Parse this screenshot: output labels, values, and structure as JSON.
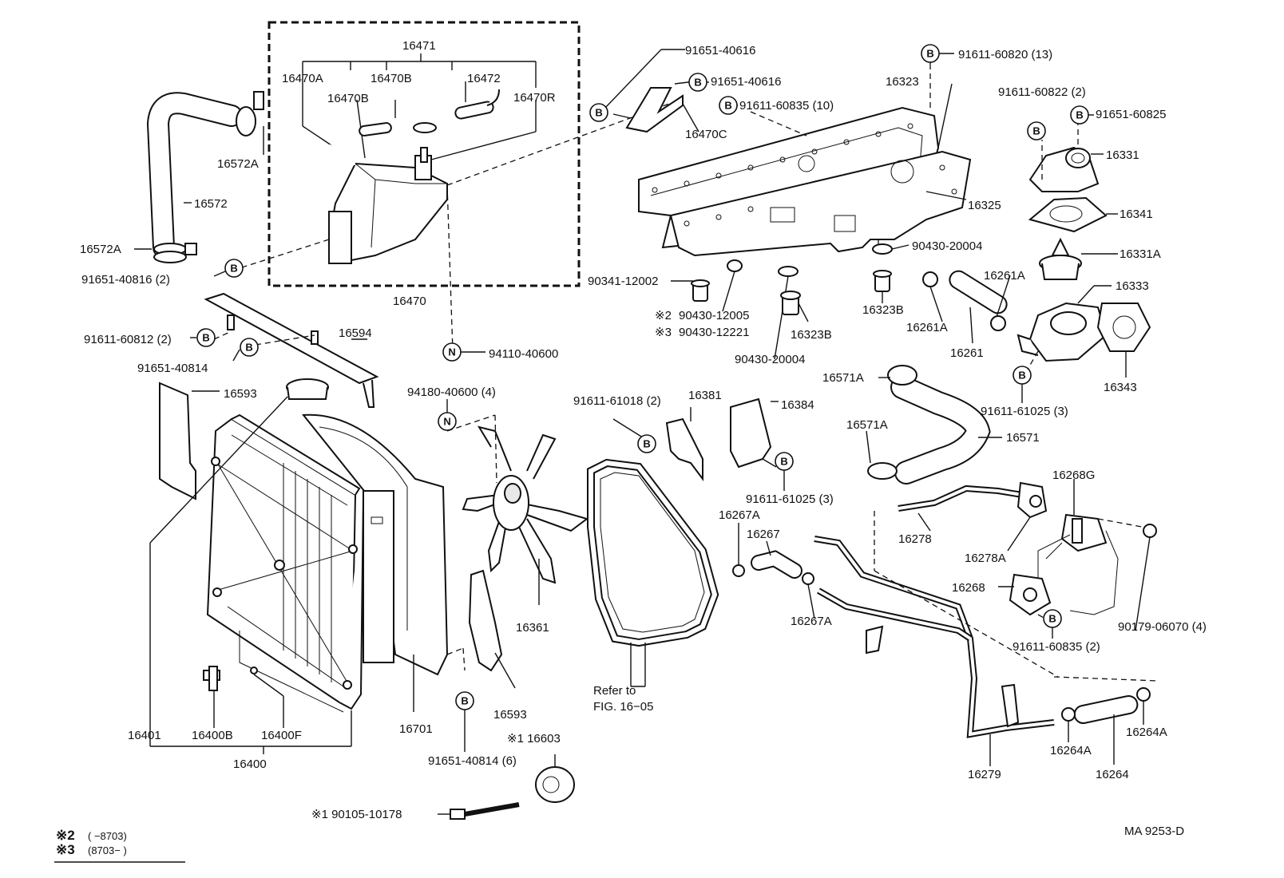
{
  "labels": {
    "p16471": "16471",
    "p16470A": "16470A",
    "p16470B_a": "16470B",
    "p16470B_b": "16470B",
    "p16472": "16472",
    "p16470R": "16470R",
    "p16470": "16470",
    "p16470C": "16470C",
    "p16572A_top": "16572A",
    "p16572": "16572",
    "p16572A_bot": "16572A",
    "b91651_40816": "91651-40816 (2)",
    "b91651_40616_a": "91651-40616",
    "b91651_40616_b": "91651-40616",
    "b91611_60835_10": "91611-60835 (10)",
    "b91611_60820": "91611-60820 (13)",
    "p16323": "16323",
    "p16325": "16325",
    "b91611_60822": "91611-60822 (2)",
    "b91651_60825": "91651-60825",
    "p16331": "16331",
    "p16341": "16341",
    "p16331A": "16331A",
    "p16333": "16333",
    "p16343": "16343",
    "b91611_61025_3a": "91611-61025 (3)",
    "p90430_20004_a": "90430-20004",
    "p90341_12002": "90341-12002",
    "p90430_12005": "90430-12005",
    "p90430_12221": "90430-12221",
    "mark2": "※2",
    "mark3": "※3",
    "p16323B_a": "16323B",
    "p16323B_b": "16323B",
    "p90430_20004_b": "90430-20004",
    "p16261A_a": "16261A",
    "p16261A_b": "16261A",
    "p16261": "16261",
    "p16571A_a": "16571A",
    "p16571A_b": "16571A",
    "p16571": "16571",
    "b91611_60812": "91611-60812 (2)",
    "b91651_40814_a": "91651-40814",
    "p16594": "16594",
    "n94110_40600": "94110-40600",
    "p16593_a": "16593",
    "n94180_40600": "94180-40600 (4)",
    "b91611_61018": "91611-61018 (2)",
    "p16381": "16381",
    "p16384": "16384",
    "b91611_61025_3b": "91611-61025 (3)",
    "p16267A_a": "16267A",
    "p16267": "16267",
    "p16267A_b": "16267A",
    "p16268G": "16268G",
    "p16278": "16278",
    "p16278A": "16278A",
    "p16268": "16268",
    "b91611_60835_2": "91611-60835 (2)",
    "p90179_06070": "90179-06070 (4)",
    "p16361": "16361",
    "p16593_b": "16593",
    "refer1": "Refer to",
    "refer2": "FIG. 16−05",
    "p16401": "16401",
    "p16400B": "16400B",
    "p16400F": "16400F",
    "p16400": "16400",
    "p16701": "16701",
    "b91651_40814_6": "91651-40814 (6)",
    "p16603": "※1 16603",
    "p90105_10178": "※1 90105-10178",
    "p16279": "16279",
    "p16264A_a": "16264A",
    "p16264A_b": "16264A",
    "p16264": "16264",
    "legend2_mark": "※2",
    "legend2_range": "(      −8703)",
    "legend3_mark": "※3",
    "legend3_range": "(8703−        )",
    "code": "MA 9253-D"
  },
  "markers": {
    "B": "B",
    "N": "N"
  }
}
